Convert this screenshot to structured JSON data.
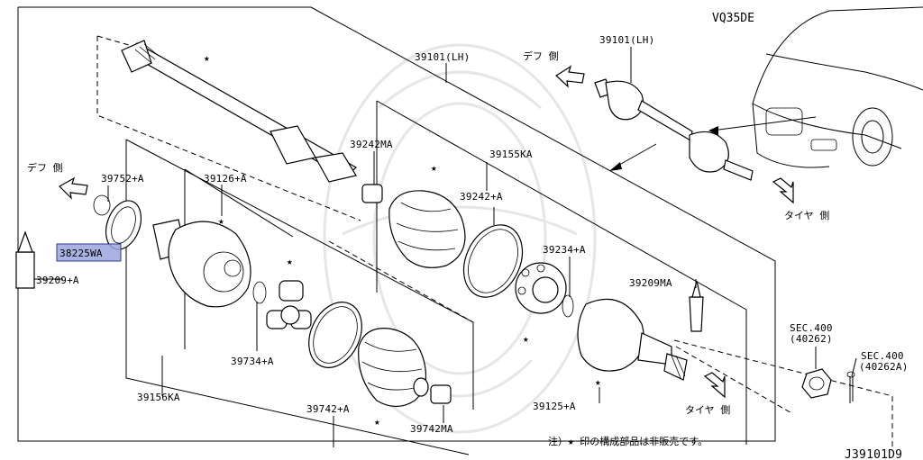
{
  "engine": "VQ35DE",
  "diagram_code": "J39101D9",
  "note": "注）★ 印の構成部品は非販売です。",
  "directions": {
    "diff_upper": "デフ 側",
    "diff_left": "デフ 側",
    "tire_upper": "タイヤ 側",
    "tire_lower": "タイヤ 側"
  },
  "parts": {
    "p39101_lh_a": "39101(LH)",
    "p39101_lh_b": "39101(LH)",
    "p39242ma": "39242MA",
    "p39155ka": "39155KA",
    "p39242a": "39242+A",
    "p39234a": "39234+A",
    "p39209ma": "39209MA",
    "p39752a": "39752+A",
    "p39126a": "39126+A",
    "p38225wa": "38225WA",
    "p39209a": "39209+A",
    "p39734a": "39734+A",
    "p39156ka": "39156KA",
    "p39742a": "39742+A",
    "p39742ma": "39742MA",
    "p39125a": "39125+A",
    "sec400_a": "SEC.400",
    "sec400_a_code": "(40262)",
    "sec400_b": "SEC.400",
    "sec400_b_code": "(40262A)"
  },
  "star_glyph": "★",
  "highlight_color": "#9aa4dd"
}
